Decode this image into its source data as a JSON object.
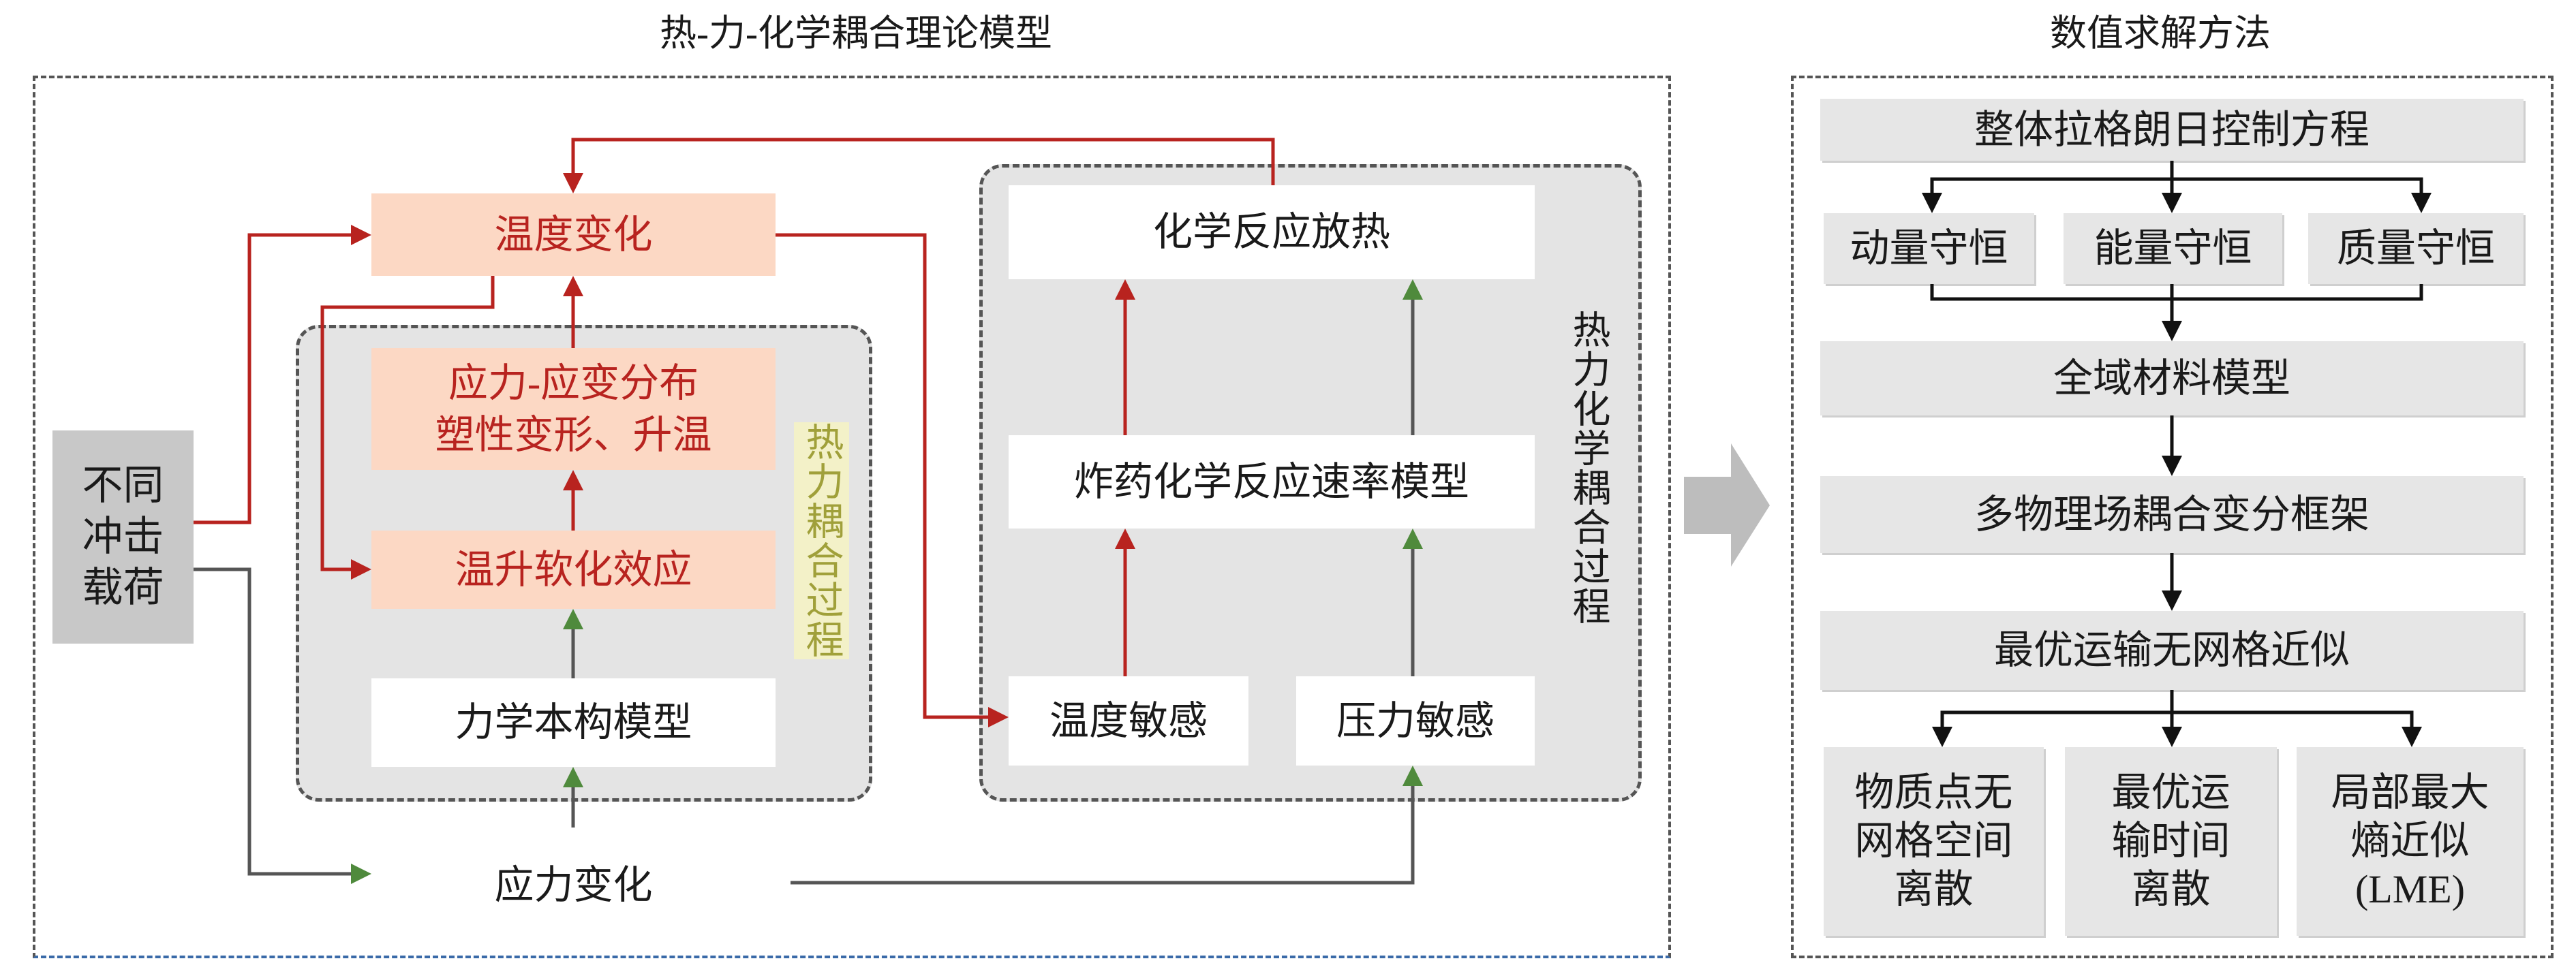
{
  "left_title": "热-力-化学耦合理论模型",
  "right_title": "数值求解方法",
  "colors": {
    "red": "#b8231f",
    "green": "#4f8a3c",
    "line_gray": "#555555",
    "peach": "#fcd8c4"
  },
  "left": {
    "load": "不同冲击载荷",
    "temperature_change": "温度变化",
    "stress_strain_line1": "应力-应变分布",
    "stress_strain_line2": "塑性变形、升温",
    "thermal_softening": "温升软化效应",
    "constitutive_model": "力学本构模型",
    "thermo_mechanical_label": "热力耦合过程",
    "stress_change": "应力变化",
    "chemical_heat": "化学反应放热",
    "reaction_rate_model": "炸药化学反应速率模型",
    "temperature_sensitive": "温度敏感",
    "pressure_sensitive": "压力敏感",
    "thermo_chemical_label": "热力化学耦合过程"
  },
  "right": {
    "lagrange": "整体拉格朗日控制方程",
    "momentum": "动量守恒",
    "energy": "能量守恒",
    "mass": "质量守恒",
    "material_model": "全域材料模型",
    "variational": "多物理场耦合变分框架",
    "ot_meshfree": "最优运输无网格近似",
    "space_l1": "物质点无",
    "space_l2": "网格空间",
    "space_l3": "离散",
    "time_l1": "最优运",
    "time_l2": "输时间",
    "time_l3": "离散",
    "lme_l1": "局部最大",
    "lme_l2": "熵近似",
    "lme_l3": "(LME)"
  }
}
